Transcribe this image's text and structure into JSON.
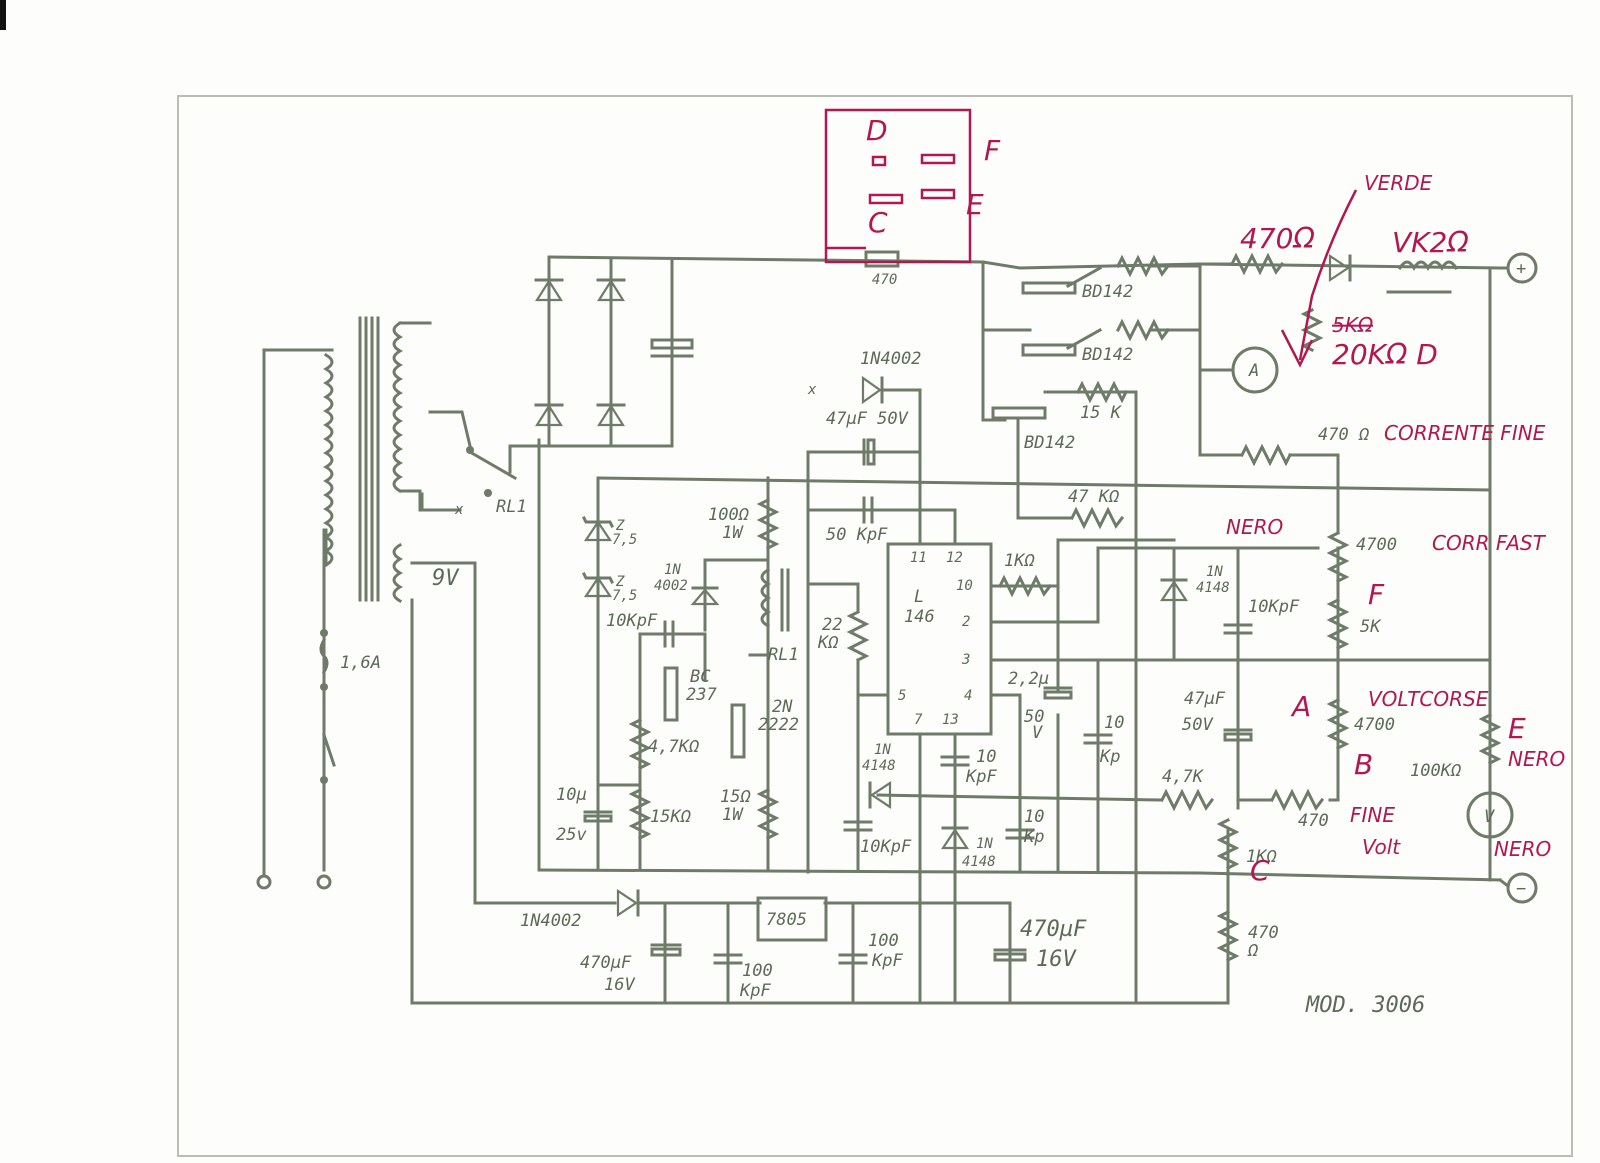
{
  "model": "MOD. 3006",
  "components": {
    "fuse": "1,6A",
    "relay": "RL1",
    "secondary": "9V",
    "x_left": "x",
    "x_top": "x",
    "bd142_1": "BD142",
    "bd142_2": "BD142",
    "bd142_3": "BD142",
    "r15k_top": "15 K",
    "d1n4002_top": "1N4002",
    "c47uf50v": "47µF 50V",
    "c50kpf": "50 KpF",
    "r47k": "47 KΩ",
    "r1k": "1KΩ",
    "z1_a": "Z",
    "z1_b": "7,5",
    "z2_a": "Z",
    "z2_b": "7,5",
    "r100_a": "100Ω",
    "r100_b": "1W",
    "d1n4002_mid_a": "1N",
    "d1n4002_mid_b": "4002",
    "c10kpf_mid": "10KpF",
    "bc237_a": "BC",
    "bc237_b": "237",
    "t2n2222_a": "2N",
    "t2n2222_b": "2222",
    "rl1_coil": "RL1",
    "r4k7": "4,7KΩ",
    "c10u_a": "10µ",
    "c10u_b": "25v",
    "r15kohm": "15KΩ",
    "r15_a": "15Ω",
    "r15_b": "1W",
    "r22k_a": "22",
    "r22k_b": "KΩ",
    "ic_a": "L",
    "ic_b": "146",
    "pin11": "11",
    "pin12": "12",
    "pin10": "10",
    "pin2": "2",
    "pin3": "3",
    "pin5": "5",
    "pin4": "4",
    "pin7": "7",
    "pin13": "13",
    "c2u2_a": "2,2µ",
    "c2u2_b": "50",
    "c2u2_c": "V",
    "c10kp_a": "10",
    "c10kp_b": "Kp",
    "d1n4148_left_a": "1N",
    "d1n4148_left_b": "4148",
    "c10kpf_ic_a": "10",
    "c10kpf_ic_b": "KpF",
    "c10kpf_low": "10KpF",
    "d1n4148_low_a": "1N",
    "d1n4148_low_b": "4148",
    "c10kp_low_a": "10",
    "c10kp_low_b": "Kp",
    "d1n4148_right_a": "1N",
    "d1n4148_right_b": "4148",
    "c10kpf_right": "10KpF",
    "c47uf_a": "47µF",
    "c47uf_b": "50V",
    "r4k7_low": "4,7K",
    "pot1k": "1KΩ",
    "r470_low_a": "470",
    "r470_low_b": "Ω",
    "pot470_fine": "470",
    "r470_top": "470 Ω",
    "pot5k": "5K",
    "pot4700_a": "4700",
    "pot4700_b": "4700",
    "r100k": "100KΩ",
    "d1n4002_bottom": "1N4002",
    "c470uf_left_a": "470µF",
    "c470uf_left_b": "16V",
    "c100kpf_a": "100",
    "c100kpf_b": "KpF",
    "reg": "7805",
    "c100kpf2_a": "100",
    "c100kpf2_b": "KpF",
    "c470uf_right_a": "470µF",
    "c470uf_right_b": "16V",
    "ammeter": "A",
    "voltmeter": "V",
    "plus": "+",
    "minus": "−",
    "r470_small": "470"
  },
  "annotations": {
    "inset_d": "D",
    "inset_c": "C",
    "inset_f": "F",
    "inset_e": "E",
    "verde": "VERDE",
    "r470_hand": "470Ω",
    "vk": "VK2Ω",
    "r5k_struck": "5KΩ",
    "r20k": "20KΩ D",
    "corrente_fine": "CORRENTE FINE",
    "nero_top": "NERO",
    "corr_fast": "CORR FAST",
    "label_f": "F",
    "label_a": "A",
    "voltcorse": "VOLTCORSE",
    "label_e": "E",
    "label_b": "B",
    "fine": "FINE",
    "volt": "Volt",
    "nero_right": "NERO",
    "nero_bottom": "NERO",
    "label_c": "C"
  }
}
